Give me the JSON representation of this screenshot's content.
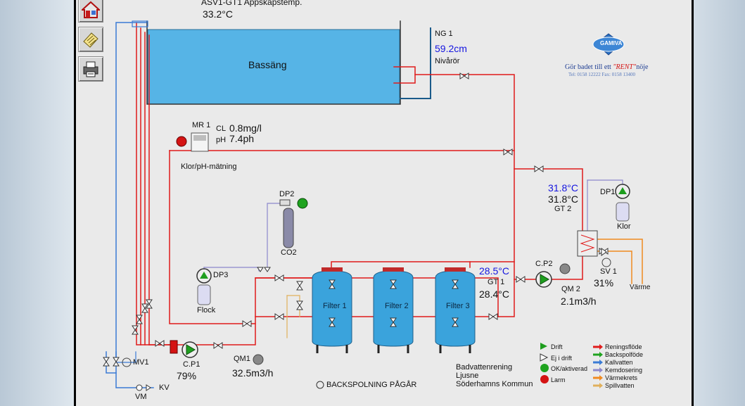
{
  "toolbar": {
    "home_icon": "home-icon",
    "notes_icon": "notes-icon",
    "printer_icon": "printer-icon"
  },
  "header": {
    "sensor_label": "ASV1-GT1 Appskapstemp.",
    "sensor_value": "33.2°C"
  },
  "basin": {
    "label": "Bassäng"
  },
  "level": {
    "tag": "NG 1",
    "value": "59.2cm",
    "label": "Nivårör"
  },
  "logo": {
    "brand": "GAMIVA",
    "slogan_prefix": "Gör badet till ett ",
    "slogan_emph": "\"RENT\"",
    "slogan_suffix": "nöje",
    "contact": "Tel: 0158 12222 Fax: 0158 13400"
  },
  "chlorine": {
    "tag": "MR 1",
    "cl_label": "CL",
    "cl_value": "0.8mg/l",
    "ph_label": "pH",
    "ph_value": "7.4ph",
    "caption": "Klor/pH-mätning"
  },
  "co2": {
    "tag": "DP2",
    "label": "CO2"
  },
  "dp3": {
    "tag": "DP3",
    "label": "Flock"
  },
  "dp1": {
    "tag": "DP1",
    "label": "Klor"
  },
  "gt2": {
    "setpoint": "31.8°C",
    "value": "31.8°C",
    "tag": "GT 2"
  },
  "gt1": {
    "setpoint": "28.5°C",
    "tag": "GT 1",
    "value": "28.4°C"
  },
  "sv1": {
    "tag": "SV 1",
    "value": "31%",
    "heat_label": "Värme"
  },
  "cp2": {
    "tag": "C.P2"
  },
  "qm2": {
    "tag": "QM 2",
    "value": "2.1m3/h"
  },
  "cp1": {
    "tag": "C.P1",
    "value": "79%"
  },
  "qm1": {
    "tag": "QM1",
    "value": "32.5m3/h"
  },
  "mv1": {
    "tag": "MV1"
  },
  "vm": {
    "tag": "VM",
    "kv": "KV"
  },
  "filters": [
    {
      "label": "Filter 1"
    },
    {
      "label": "Filter 2"
    },
    {
      "label": "Filter 3"
    }
  ],
  "status": {
    "backwash": "BACKSPOLNING PÅGÅR"
  },
  "site": {
    "line1": "Badvattenrening",
    "line2": "Ljusne",
    "line3": "Söderhamns Kommun"
  },
  "legend": {
    "drift": "Drift",
    "ej_drift": "Ej i drift",
    "ok": "OK/aktiverad",
    "larm": "Larm",
    "rening": "Reningsflöde",
    "backspol": "Backspolföde",
    "kallvatten": "Kallvatten",
    "kemdosering": "Kemdosering",
    "varmekrets": "Värmekrets",
    "spillvatten": "Spillvatten"
  },
  "colors": {
    "pipe_red": "#e01b1b",
    "water": "#56b4e6",
    "filter": "#3aa3dc",
    "chem": "#8c88cc",
    "heat": "#f08a20",
    "cold": "#3a7bd5",
    "ok": "#1fa31f",
    "alarm": "#d41313",
    "drift": "#1e9e1e"
  }
}
